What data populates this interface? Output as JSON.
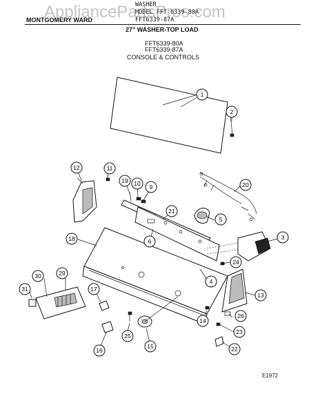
{
  "header": {
    "product": "WASHER",
    "model_line": "MODEL FFT 6339-80A",
    "brand": "MONTGOMERY WARD",
    "model_line2": "FFT6339-87A",
    "title": "27\" WASHER-TOP LOAD",
    "model_a": "FFT6339-80A",
    "model_b": "FFT6339-87A",
    "section": "CONSOLE & CONTROLS"
  },
  "watermark": "AppliancePartsPros.com",
  "callouts": [
    "1",
    "2",
    "3",
    "4",
    "5",
    "6",
    "9",
    "10",
    "11",
    "12",
    "13",
    "14",
    "15",
    "16",
    "17",
    "18",
    "19",
    "20",
    "21",
    "22",
    "23",
    "24",
    "25",
    "26",
    "29",
    "30",
    "31"
  ],
  "figure_code": "E1972"
}
